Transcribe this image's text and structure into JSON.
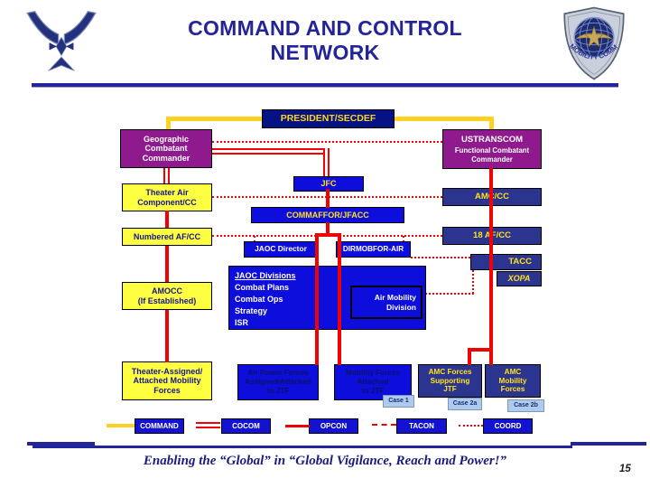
{
  "slide": {
    "title_line1": "COMMAND AND CONTROL",
    "title_line2": "NETWORK",
    "footer_motto": "Enabling the “Global” in “Global Vigilance, Reach and Power!”",
    "page_number": "15"
  },
  "seal": {
    "right_seal_text": "AIR MOBILITY COMMAND"
  },
  "nodes": {
    "president": "PRESIDENT/SECDEF",
    "geo_cc": [
      "Geographic",
      "Combatant",
      "Commander"
    ],
    "ustranscom_title": "USTRANSCOM",
    "ustranscom_sub": [
      "Functional Combatant",
      "Commander"
    ],
    "theater_air": [
      "Theater Air",
      "Component/CC"
    ],
    "jfc": "JFC",
    "amc_cc": "AMC/CC",
    "commaffor": "COMMAFFOR/JFACC",
    "numbered_af": "Numbered AF/CC",
    "af_18": "18 AF/CC",
    "jaoc_director": "JAOC Director",
    "dirmobfor": "DIRMOBFOR-AIR",
    "tacc": "TACC",
    "xopa": "XOPA",
    "jaoc_divisions": [
      "JAOC Divisions",
      "Combat Plans",
      "Combat Ops",
      "Strategy",
      "ISR"
    ],
    "air_mobility_division": [
      "Air Mobility",
      "Division"
    ],
    "amocc": [
      "AMOCC",
      "(If Established)"
    ],
    "theater_assigned": [
      "Theater-Assigned/",
      "Attached Mobility",
      "Forces"
    ],
    "air_power_forces": [
      "Air Power Forces",
      "Assigned/Attached",
      "to JTF"
    ],
    "mobility_forces": [
      "Mobility Forces",
      "Attached",
      "to JTF"
    ],
    "amc_forces": [
      "AMC Forces",
      "Supporting",
      "JTF"
    ],
    "amc_mobility": [
      "AMC",
      "Mobility",
      "Forces"
    ],
    "case1": "Case 1",
    "case2a": "Case 2a",
    "case2b": "Case 2b"
  },
  "legend": [
    {
      "label": "COMMAND",
      "line_type": "command-yellow"
    },
    {
      "label": "COCOM",
      "line_type": "double-red"
    },
    {
      "label": "OPCON",
      "line_type": "solid-red"
    },
    {
      "label": "TACON",
      "line_type": "dashed-red"
    },
    {
      "label": "COORD",
      "line_type": "dotted-red"
    }
  ],
  "colors": {
    "title_navy": "#23239A",
    "box_navy": "#2B3590",
    "box_blue": "#0E0EDC",
    "box_yellow": "#FFFF42",
    "box_purple": "#8E1A8E",
    "command_line": "#FFD01E",
    "relation_red": "#EE0202",
    "case_blue": "#AECBEF"
  }
}
